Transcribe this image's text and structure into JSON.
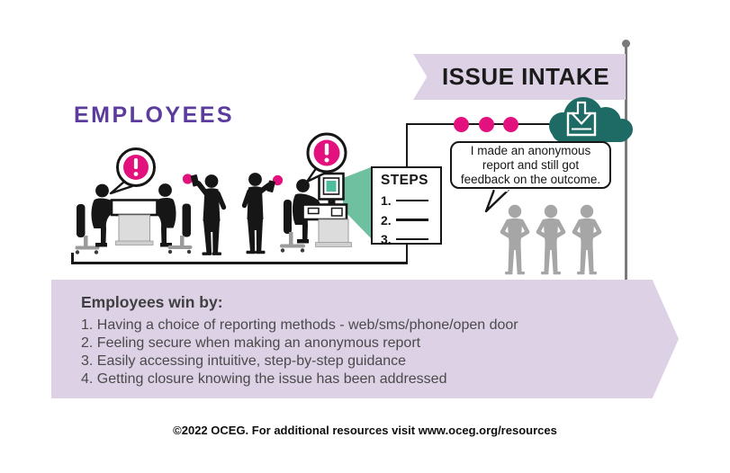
{
  "banner": {
    "title": "ISSUE INTAKE"
  },
  "employees": {
    "label": "EMPLOYEES"
  },
  "steps_card": {
    "title": "STEPS",
    "items": [
      "1.",
      "2.",
      "3."
    ]
  },
  "quote_bubble": {
    "text": "I made an anonymous report and still got feedback on the outcome.",
    "lines": [
      "I made an anonymous",
      "report and still got",
      "feedback on the outcome."
    ]
  },
  "win_banner": {
    "heading": "Employees win by:",
    "items": [
      "1. Having a choice of reporting methods - web/sms/phone/open door",
      "2. Feeling secure when making an anonymous report",
      "3. Easily accessing intuitive, step-by-step guidance",
      "4. Getting closure knowing the issue has been addressed"
    ]
  },
  "footer": {
    "text": "©2022 OCEG. For additional resources visit www.oceg.org/resources"
  },
  "icons": {
    "cloud": "cloud-download-icon",
    "alert": "exclamation-bubble-icon",
    "flag": "issue-intake-flag"
  },
  "colors": {
    "lavender": "#ddd1e6",
    "purple": "#5b3c9c",
    "magenta": "#e3117e",
    "teal": "#1e6b66",
    "mint": "#6fc0a0",
    "gray_figure": "#a6a6a6",
    "text_gray": "#4a4a4a",
    "ink": "#191919"
  }
}
